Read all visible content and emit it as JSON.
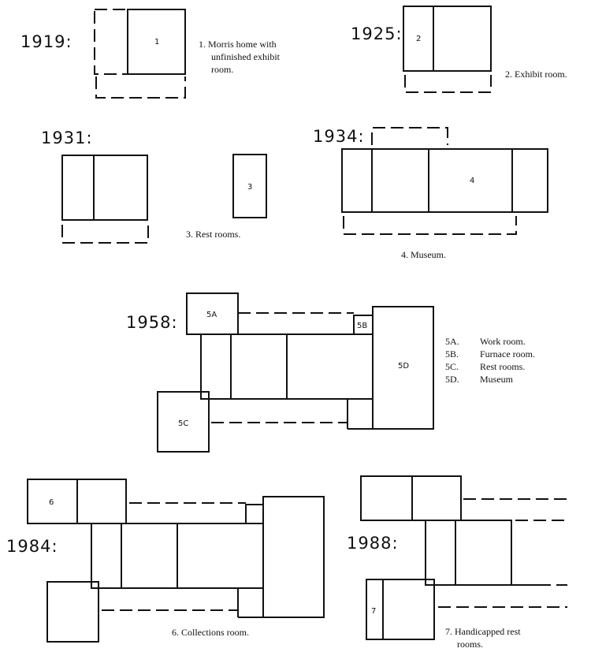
{
  "years": {
    "y1919": "1919:",
    "y1925": "1925:",
    "y1931": "1931:",
    "y1934": "1934:",
    "y1958": "1958:",
    "y1984": "1984:",
    "y1988": "1988:"
  },
  "rooms": {
    "r1": "1",
    "r2": "2",
    "r3": "3",
    "r4": "4",
    "r5a": "5A",
    "r5b": "5B",
    "r5c": "5C",
    "r5d": "5D",
    "r6": "6",
    "r7": "7"
  },
  "captions": {
    "c1_l1": "1.  Morris   home   with",
    "c1_l2": "unfinished    exhibit",
    "c1_l3": "room.",
    "c2": "2.  Exhibit room.",
    "c3": "3.  Rest rooms.",
    "c4": "4.  Museum.",
    "c5_ids": [
      "5A.",
      "5B.",
      "5C.",
      "5D."
    ],
    "c5_names": [
      "Work room.",
      "Furnace room.",
      "Rest rooms.",
      "Museum"
    ],
    "c6": "6.  Collections room.",
    "c7_l1": "7.  Handicapped    rest",
    "c7_l2": "rooms."
  }
}
